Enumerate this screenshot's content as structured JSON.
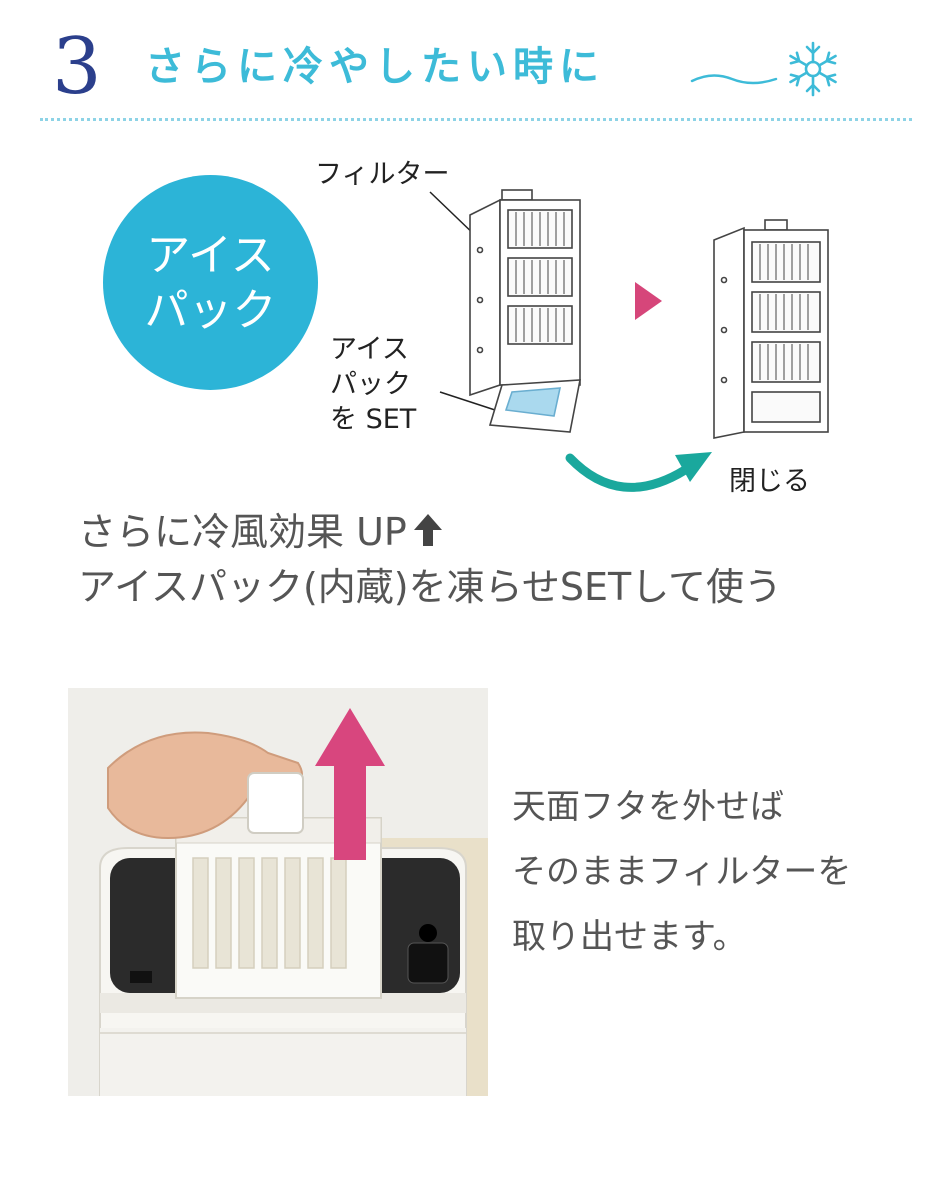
{
  "header": {
    "step_number": "3",
    "title": "さらに冷やしたい時に"
  },
  "badge": {
    "line1": "アイス",
    "line2": "パック"
  },
  "diagram": {
    "label_filter": "フィルター",
    "label_set": "アイス\nパック\nを SET",
    "label_close": "閉じる"
  },
  "description": {
    "line1": "さらに冷風効果 UP",
    "line2": "アイスパック(内蔵)を凍らせSETして使う"
  },
  "side_text": {
    "line1": "天面フタを外せば",
    "line2": "そのままフィルターを",
    "line3": "取り出せます。"
  },
  "colors": {
    "step_number": "#2b3f8c",
    "title": "#3dbbd8",
    "badge": "#2cb4d7",
    "play_arrow": "#d6467a",
    "curve_arrow": "#1aa89d",
    "up_arrow": "#d8467e",
    "text": "#555555"
  }
}
